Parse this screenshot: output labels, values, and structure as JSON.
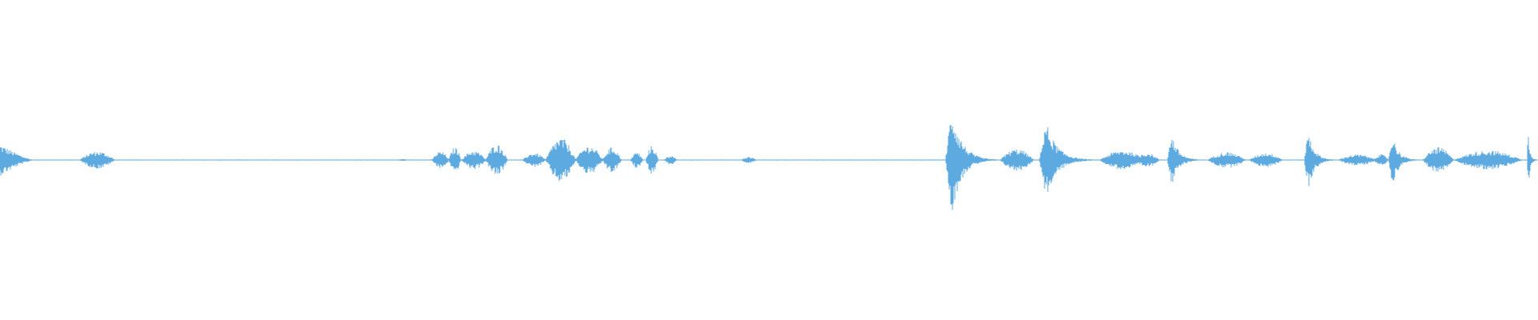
{
  "waveform": {
    "color": "#5DAAE0",
    "segments": [
      {
        "start": 0.0,
        "end": 0.022,
        "amp": 0.1,
        "shape": "decay"
      },
      {
        "start": 0.052,
        "end": 0.075,
        "amp": 0.055,
        "shape": "bump"
      },
      {
        "start": 0.258,
        "end": 0.266,
        "amp": 0.006,
        "shape": "bump"
      },
      {
        "start": 0.281,
        "end": 0.292,
        "amp": 0.055,
        "shape": "bump"
      },
      {
        "start": 0.292,
        "end": 0.3,
        "amp": 0.08,
        "shape": "bump"
      },
      {
        "start": 0.3,
        "end": 0.316,
        "amp": 0.06,
        "shape": "bump"
      },
      {
        "start": 0.316,
        "end": 0.33,
        "amp": 0.1,
        "shape": "bump"
      },
      {
        "start": 0.34,
        "end": 0.355,
        "amp": 0.045,
        "shape": "bump"
      },
      {
        "start": 0.355,
        "end": 0.374,
        "amp": 0.14,
        "shape": "bump"
      },
      {
        "start": 0.374,
        "end": 0.392,
        "amp": 0.09,
        "shape": "bump"
      },
      {
        "start": 0.392,
        "end": 0.404,
        "amp": 0.08,
        "shape": "bump"
      },
      {
        "start": 0.41,
        "end": 0.418,
        "amp": 0.05,
        "shape": "bump"
      },
      {
        "start": 0.42,
        "end": 0.428,
        "amp": 0.09,
        "shape": "bump"
      },
      {
        "start": 0.432,
        "end": 0.44,
        "amp": 0.03,
        "shape": "bump"
      },
      {
        "start": 0.482,
        "end": 0.492,
        "amp": 0.02,
        "shape": "bump"
      },
      {
        "start": 0.615,
        "end": 0.65,
        "amp": 0.34,
        "shape": "spike"
      },
      {
        "start": 0.65,
        "end": 0.672,
        "amp": 0.07,
        "shape": "bump"
      },
      {
        "start": 0.676,
        "end": 0.715,
        "amp": 0.24,
        "shape": "spike"
      },
      {
        "start": 0.715,
        "end": 0.745,
        "amp": 0.06,
        "shape": "bump"
      },
      {
        "start": 0.718,
        "end": 0.735,
        "amp": 0.05,
        "shape": "bump"
      },
      {
        "start": 0.737,
        "end": 0.754,
        "amp": 0.045,
        "shape": "bump"
      },
      {
        "start": 0.759,
        "end": 0.783,
        "amp": 0.17,
        "shape": "spike"
      },
      {
        "start": 0.785,
        "end": 0.81,
        "amp": 0.05,
        "shape": "bump"
      },
      {
        "start": 0.812,
        "end": 0.834,
        "amp": 0.045,
        "shape": "bump"
      },
      {
        "start": 0.848,
        "end": 0.87,
        "amp": 0.19,
        "shape": "spike"
      },
      {
        "start": 0.87,
        "end": 0.895,
        "amp": 0.035,
        "shape": "bump"
      },
      {
        "start": 0.893,
        "end": 0.903,
        "amp": 0.035,
        "shape": "bump"
      },
      {
        "start": 0.903,
        "end": 0.925,
        "amp": 0.16,
        "shape": "spike"
      },
      {
        "start": 0.925,
        "end": 0.945,
        "amp": 0.08,
        "shape": "bump"
      },
      {
        "start": 0.945,
        "end": 0.99,
        "amp": 0.06,
        "shape": "bump"
      },
      {
        "start": 0.993,
        "end": 1.0,
        "amp": 0.19,
        "shape": "spike"
      }
    ]
  }
}
